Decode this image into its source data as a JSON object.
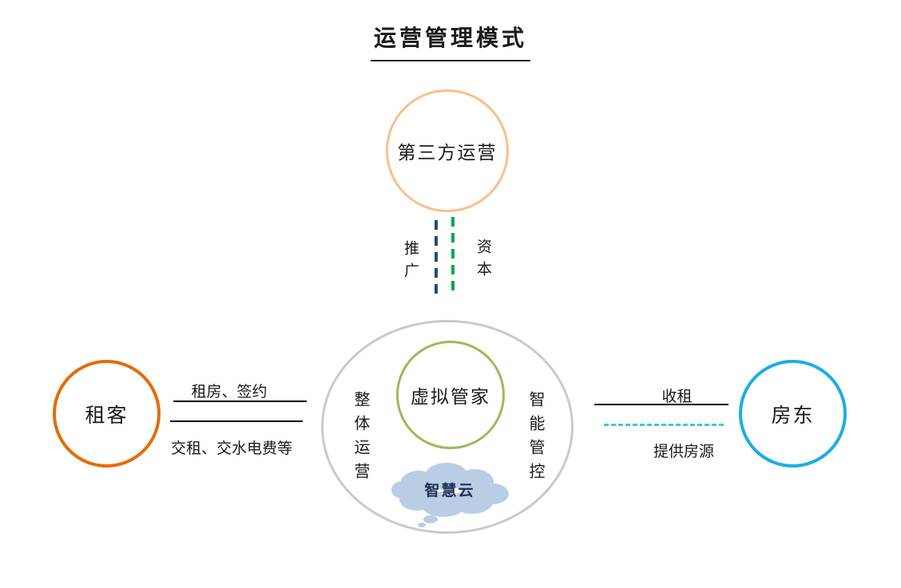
{
  "title": "运营管理模式",
  "nodes": {
    "third_party": "第三方运营",
    "tenant": "租客",
    "landlord": "房东",
    "virtual_butler": "虚拟管家",
    "smart_cloud": "智慧云",
    "overall_operation": "整体运营",
    "smart_control": "智能管控"
  },
  "edges": {
    "promotion": "推广",
    "capital": "资本",
    "rent_sign": "租房、签约",
    "pay_fees": "交租、交水电费等",
    "collect_rent": "收租",
    "provide_listings": "提供房源"
  },
  "colors": {
    "third_party_circle": "#F7C08C",
    "tenant_circle": "#E36C0A",
    "landlord_circle": "#1CADE4",
    "center_circle": "#CACACA",
    "butler_circle": "#9BBB59",
    "promotion_dash": "#1F4E79",
    "capital_dash": "#00A651",
    "provide_dash": "#3BC6E8",
    "solid_line": "#000000",
    "cloud_fill": "#B9CDE5",
    "text": "#1A1A1A"
  }
}
